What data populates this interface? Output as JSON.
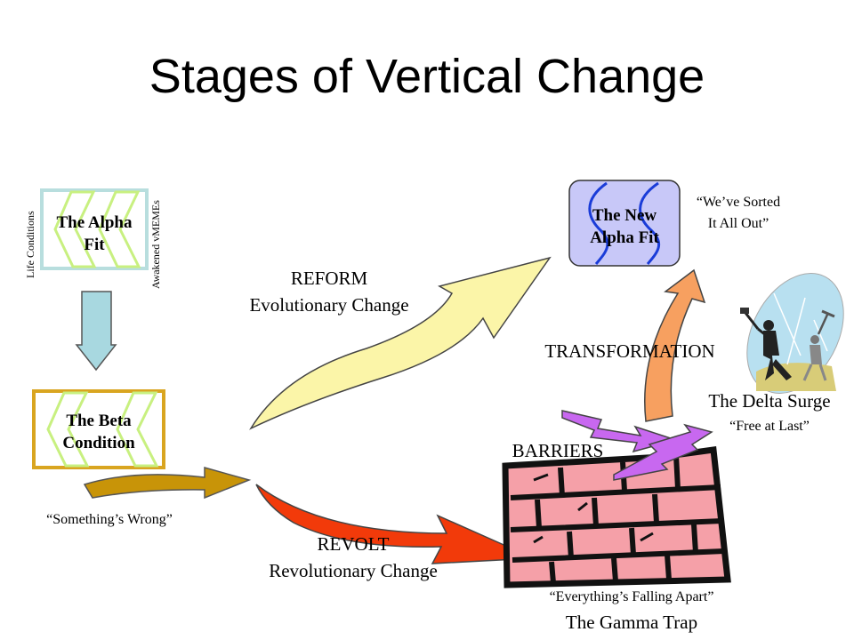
{
  "title": "Stages of Vertical Change",
  "alpha_fit": {
    "line1": "The Alpha",
    "line2": "Fit",
    "left_side_label": "Life Conditions",
    "right_side_label": "Awakened vMEMEs"
  },
  "beta_condition": {
    "line1": "The Beta",
    "line2": "Condition",
    "quote": "“Something’s Wrong”"
  },
  "new_alpha_fit": {
    "line1": "The New",
    "line2": "Alpha Fit",
    "quote_line1": "“We’ve Sorted",
    "quote_line2": "It All Out”"
  },
  "reform": {
    "line1": "REFORM",
    "line2": "Evolutionary Change"
  },
  "revolt": {
    "line1": "REVOLT",
    "line2": "Revolutionary Change"
  },
  "transformation": "TRANSFORMATION",
  "barriers": "BARRIERS",
  "delta_surge": {
    "label": "The Delta Surge",
    "quote": "“Free at Last”"
  },
  "gamma_trap": {
    "quote": "“Everything’s Falling Apart”",
    "label": "The Gamma Trap"
  },
  "colors": {
    "alpha_box_border": "#b8dede",
    "beta_box_border": "#d9a520",
    "zigzag": "#c8f080",
    "down_arrow": "#a8d8e0",
    "new_alpha_fill": "#c8c8f8",
    "new_alpha_curve": "#1a3cd8",
    "reform_arrow": "#fbf5a8",
    "revolt_arrow": "#f23a0a",
    "beta_arrow": "#c89408",
    "transform_arrow": "#f7a060",
    "lightning": "#c868f0",
    "brick": "#f5a0a8"
  }
}
